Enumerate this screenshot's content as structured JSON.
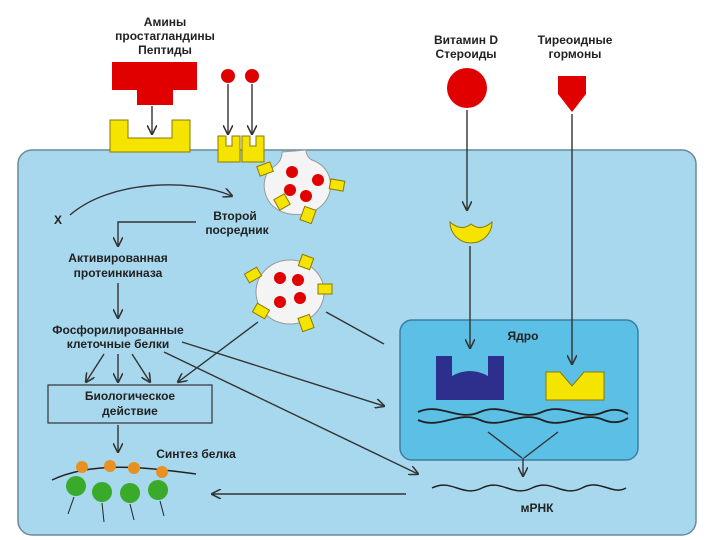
{
  "labels": {
    "amines_line1": "Амины",
    "amines_line2": "простагландины",
    "amines_line3": "Пептиды",
    "vitd_line1": "Витамин D",
    "vitd_line2": "Стероиды",
    "thyroid_line1": "Тиреоидные",
    "thyroid_line2": "гормоны",
    "x": "X",
    "second_line1": "Второй",
    "second_line2": "посредник",
    "pk_line1": "Активированная",
    "pk_line2": "протеинкиназа",
    "phos_line1": "Фосфорилированные",
    "phos_line2": "клеточные белки",
    "bio_line1": "Биологическое",
    "bio_line2": "действие",
    "synthesis": "Синтез белка",
    "nucleus": "Ядро",
    "mrna": "мРНК"
  },
  "colors": {
    "cell": "#a8d8ee",
    "cell_border": "#6a8a9a",
    "nucleus": "#5bbfe6",
    "hormone": "#e00000",
    "receptor": "#f5e400",
    "nuclear_receptor": "#2e2e8c",
    "ribosome_small": "#e89020",
    "ribosome_large": "#3aaa2a"
  }
}
